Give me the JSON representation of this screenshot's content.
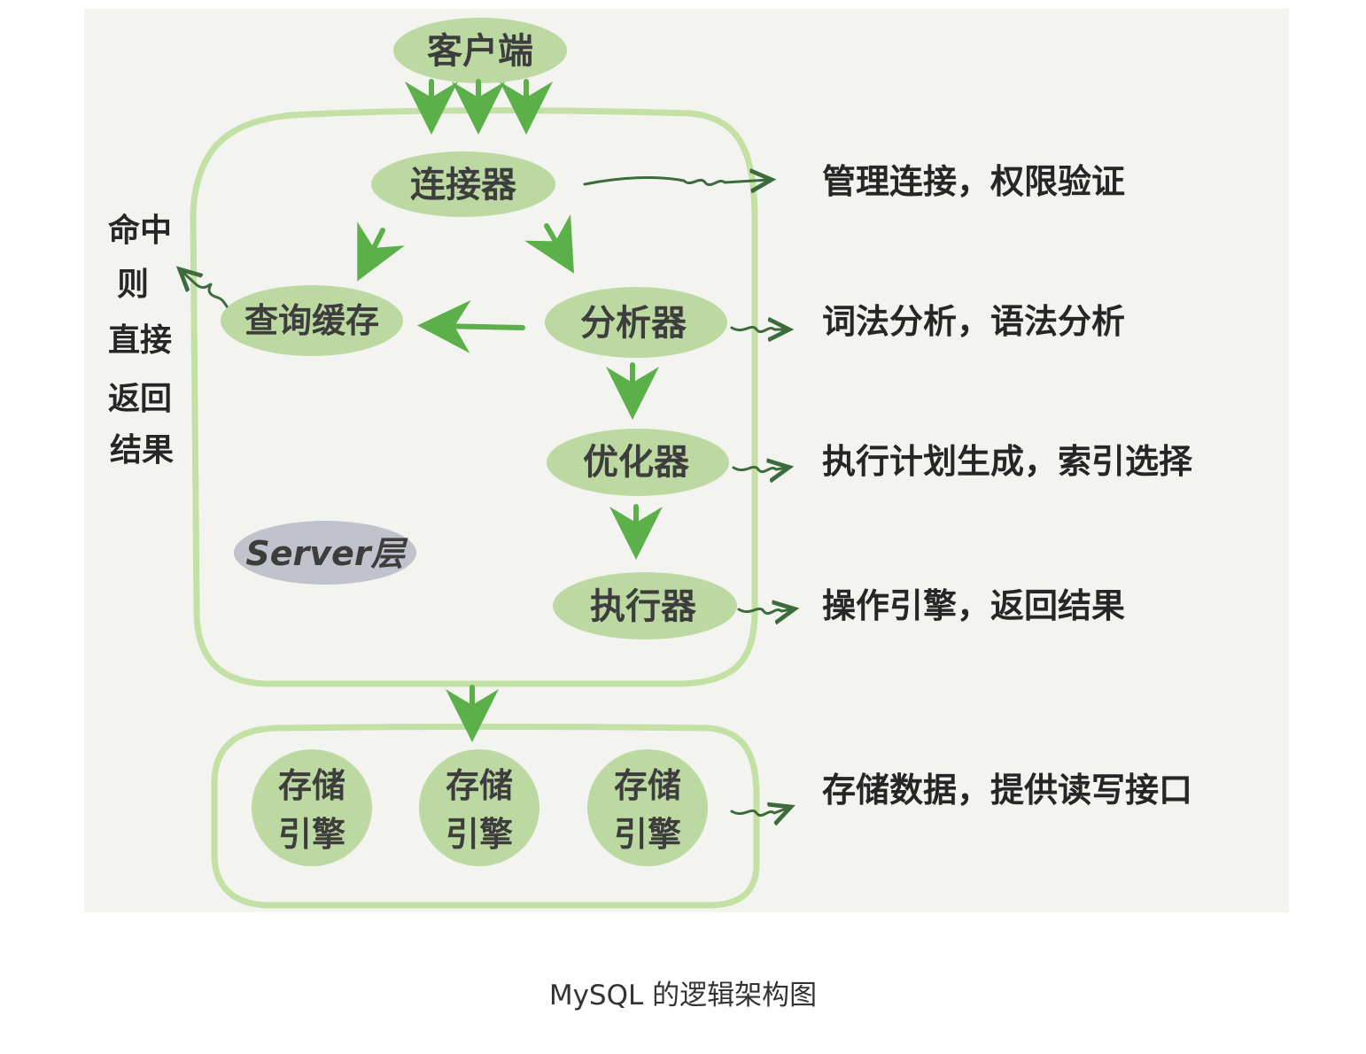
{
  "colors": {
    "node_fill": "#bcd9a1",
    "frame_stroke": "#c3e0a5",
    "arrow": "#5cb04a",
    "note_arrow": "#3c6b3c",
    "server_badge": "#c0c3cb",
    "paper": "#f3f3f0"
  },
  "nodes": {
    "client": "客户端",
    "connector": "连接器",
    "query_cache": "查询缓存",
    "analyzer": "分析器",
    "optimizer": "优化器",
    "executor": "执行器",
    "storage_engine_line1": "存储",
    "storage_engine_line2": "引擎"
  },
  "server_label": "Server层",
  "cache_hit_note": [
    "命中",
    "则",
    "直接",
    "返回",
    "结果"
  ],
  "notes": {
    "connector": "管理连接，权限验证",
    "analyzer": "词法分析，语法分析",
    "optimizer": "执行计划生成，索引选择",
    "executor": "操作引擎，返回结果",
    "storage": "存储数据，提供读写接口"
  },
  "caption": "MySQL 的逻辑架构图"
}
